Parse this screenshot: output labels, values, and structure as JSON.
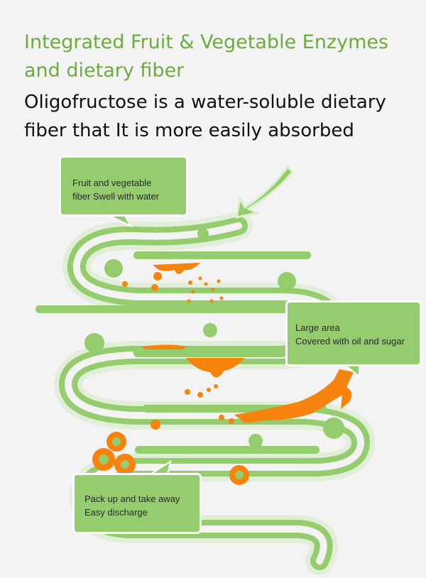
{
  "header": {
    "title_line1": "Integrated Fruit & Vegetable Enzymes",
    "title_line2": "and dietary fiber",
    "subtitle_line1": "Oligofructose is a water-soluble dietary",
    "subtitle_line2": "fiber that It is more easily absorbed"
  },
  "callouts": {
    "top": {
      "line1": "Fruit and vegetable",
      "line2": "fiber Swell with water"
    },
    "middle": {
      "line1": "Large area",
      "line2": "Covered with oil and sugar"
    },
    "bottom": {
      "line1": "Pack up and take away",
      "line2": "Easy discharge"
    }
  },
  "colors": {
    "background": "#f3f3f3",
    "title_green": "#6dab3f",
    "intestine_green": "#94cc6e",
    "intestine_light": "#dcefcf",
    "oil_orange": "#f7830f"
  }
}
